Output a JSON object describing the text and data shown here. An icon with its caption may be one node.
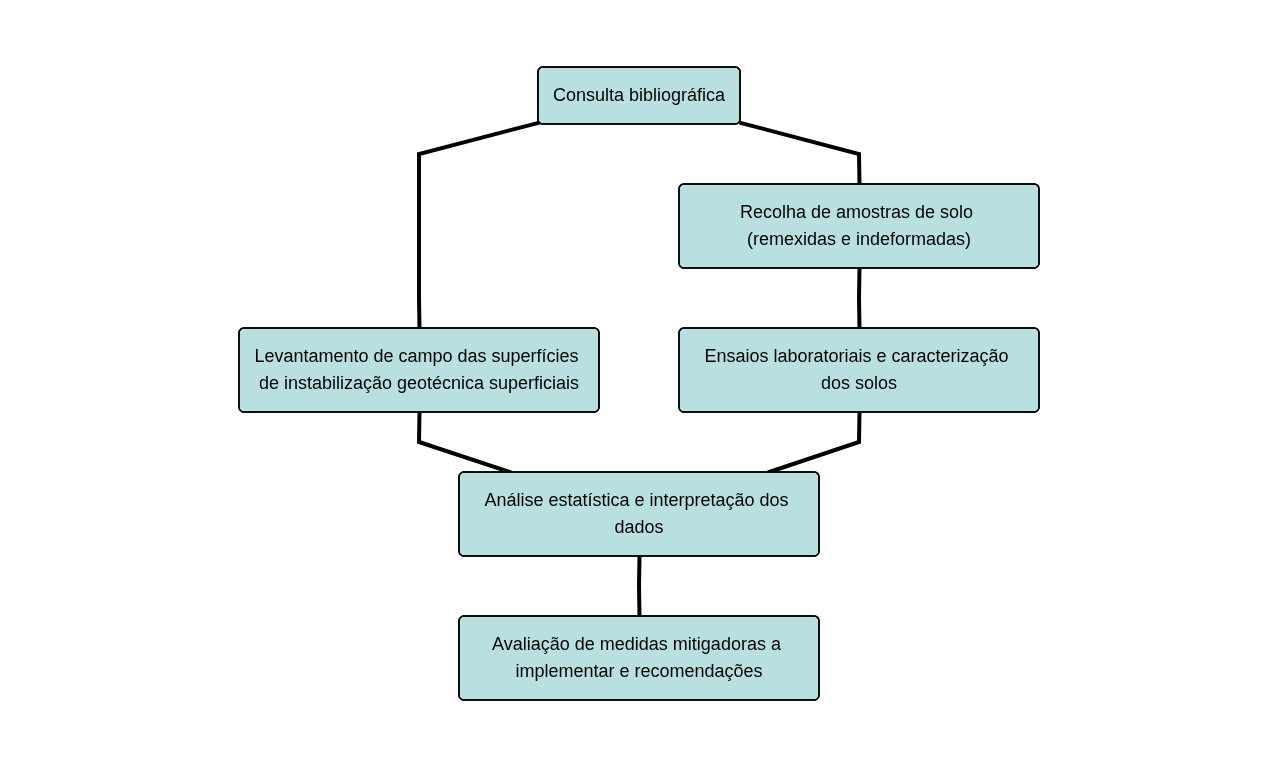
{
  "diagram": {
    "nodes": [
      {
        "text": [
          "Consulta bibliográfica"
        ]
      },
      {
        "text": [
          "Levantamento de campo das superfícies de instabilização geotécnica superficiais"
        ]
      },
      {
        "text": [
          "Recolha de amostras de solo (remexidas e indeformadas)"
        ]
      },
      {
        "text": [
          "Ensaios laboratoriais e caracterização dos solos"
        ]
      },
      {
        "text": [
          "Análise estatística e interpretação dos dados"
        ]
      },
      {
        "text": [
          "Avaliação de medidas mitigadoras a implementar e recomendações"
        ]
      }
    ],
    "edges": [
      {
        "from": 0,
        "to": 1,
        "arrow": "none"
      },
      {
        "from": 0,
        "to": 2,
        "arrow": "none"
      },
      {
        "from": 2,
        "to": 3,
        "arrow": "none"
      },
      {
        "from": 1,
        "to": 4,
        "arrow": "none"
      },
      {
        "from": 3,
        "to": 4,
        "arrow": "none"
      },
      {
        "from": 4,
        "to": 5,
        "arrow": "none"
      }
    ]
  }
}
